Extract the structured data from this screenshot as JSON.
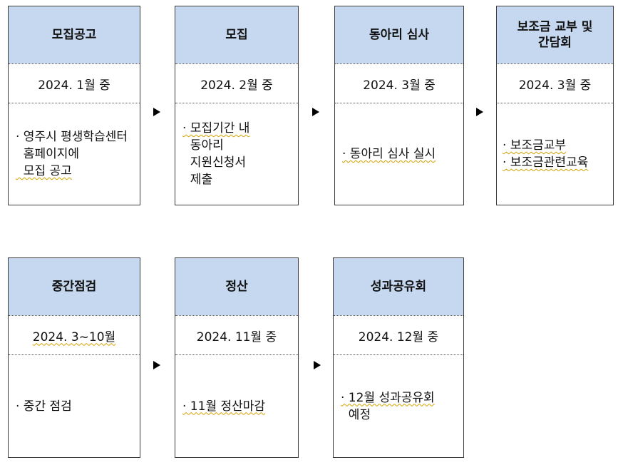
{
  "steps": [
    {
      "title": "모집공고",
      "date": "2024. 1월 중",
      "items": [
        "· 영주시 평생학습센터",
        "  홈페이지에",
        "  모집 공고"
      ]
    },
    {
      "title": "모집",
      "date": "2024. 2월 중",
      "items": [
        "· 모집기간 내",
        "  동아리",
        "  지원신청서",
        "  제출"
      ]
    },
    {
      "title": "동아리 심사",
      "date": "2024. 3월 중",
      "items": [
        "· 동아리 심사 실시"
      ]
    },
    {
      "title": "보조금 교부 및\n간담회",
      "date": "2024. 3월 중",
      "items": [
        "· 보조금교부",
        "· 보조금관련교육"
      ]
    },
    {
      "title": "중간점검",
      "date": "2024. 3~10월",
      "items": [
        "· 중간 점검"
      ]
    },
    {
      "title": "정산",
      "date": "2024. 11월 중",
      "items": [
        "· 11월 정산마감"
      ]
    },
    {
      "title": "성과공유회",
      "date": "2024. 12월 중",
      "items": [
        "· 12월 성과공유회",
        "  예정"
      ]
    }
  ]
}
